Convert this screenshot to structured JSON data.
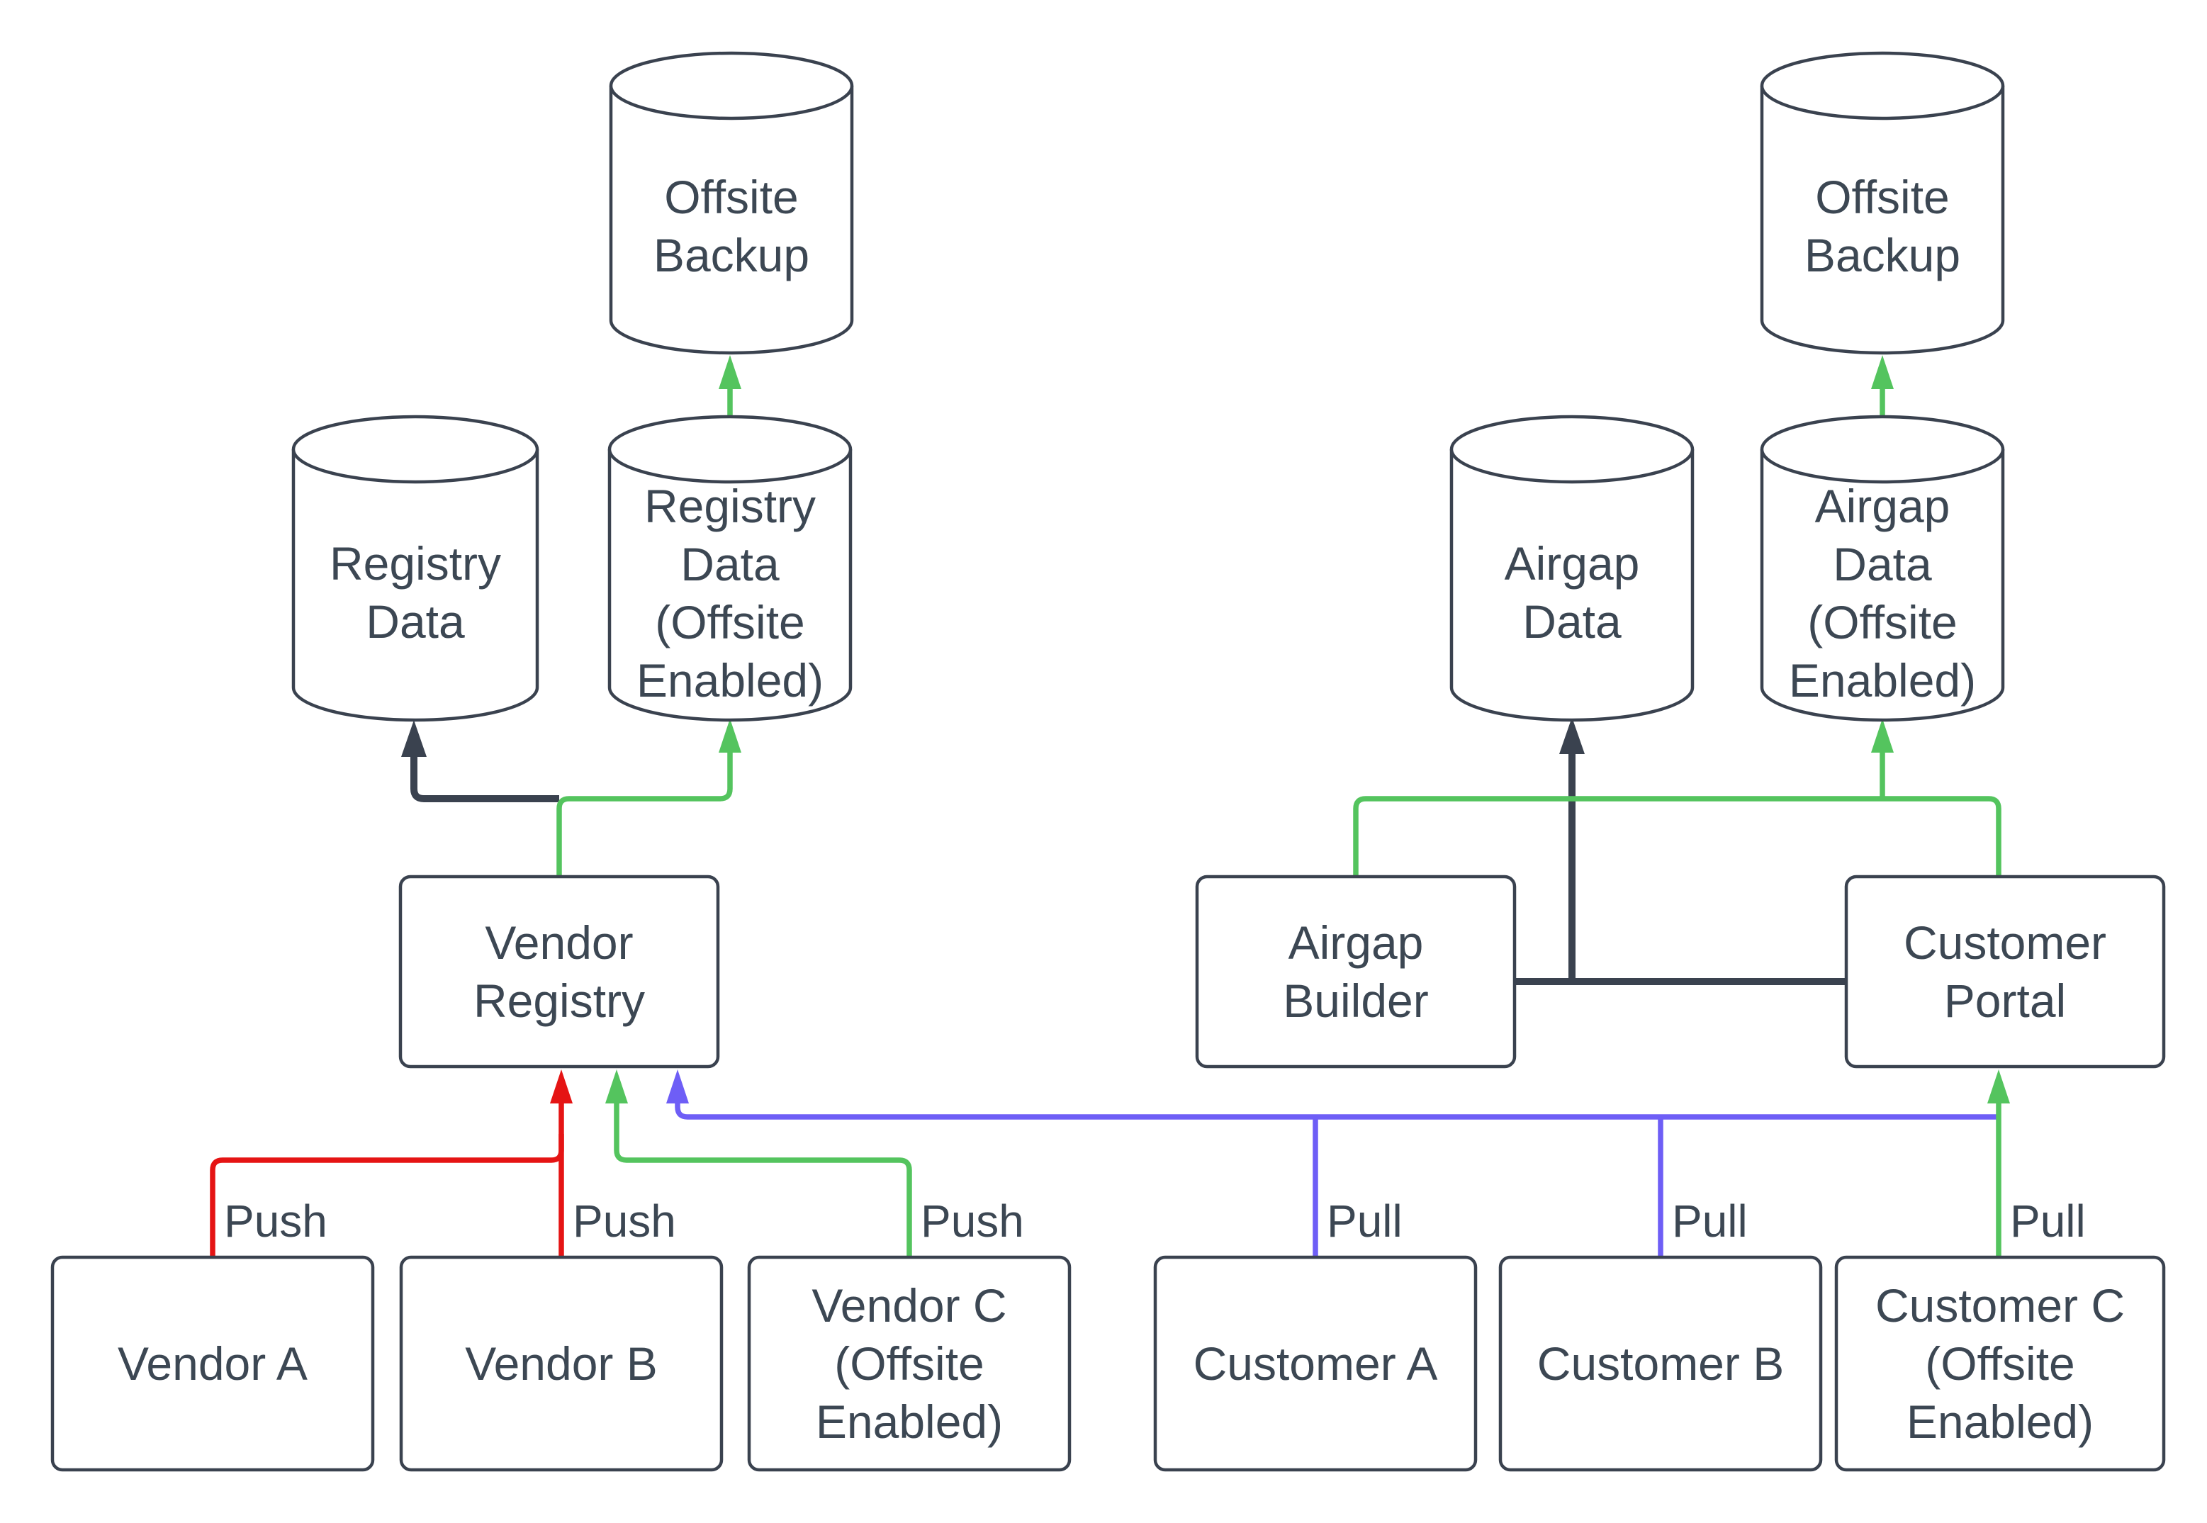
{
  "diagram": {
    "type": "flowchart",
    "colors": {
      "bg": "#ffffff",
      "node-fill": "#ffffff",
      "dark": "#3a424f",
      "text": "#3c4753",
      "green": "#54c45e",
      "red": "#e51414",
      "blue": "#6e5ef6"
    },
    "nodes": {
      "offsite_backup_left": {
        "type": "cylinder",
        "label": "Offsite\nBackup"
      },
      "registry_data": {
        "type": "cylinder",
        "label": "Registry\nData"
      },
      "registry_data_offsite": {
        "type": "cylinder",
        "label": "Registry\nData\n(Offsite\nEnabled)"
      },
      "offsite_backup_right": {
        "type": "cylinder",
        "label": "Offsite\nBackup"
      },
      "airgap_data": {
        "type": "cylinder",
        "label": "Airgap\nData"
      },
      "airgap_data_offsite": {
        "type": "cylinder",
        "label": "Airgap\nData\n(Offsite\nEnabled)"
      },
      "vendor_registry": {
        "type": "process",
        "label": "Vendor\nRegistry"
      },
      "airgap_builder": {
        "type": "process",
        "label": "Airgap\nBuilder"
      },
      "customer_portal": {
        "type": "process",
        "label": "Customer\nPortal"
      },
      "vendor_a": {
        "type": "process",
        "label": "Vendor A"
      },
      "vendor_b": {
        "type": "process",
        "label": "Vendor B"
      },
      "vendor_c": {
        "type": "process",
        "label": "Vendor C\n(Offsite\nEnabled)"
      },
      "customer_a": {
        "type": "process",
        "label": "Customer A"
      },
      "customer_b": {
        "type": "process",
        "label": "Customer B"
      },
      "customer_c": {
        "type": "process",
        "label": "Customer C\n(Offsite\nEnabled)"
      }
    },
    "edge_labels": {
      "push_vendor_a": "Push",
      "push_vendor_b": "Push",
      "push_vendor_c": "Push",
      "pull_customer_a": "Pull",
      "pull_customer_b": "Pull",
      "pull_customer_c": "Pull"
    },
    "edges": [
      {
        "from": "vendor_a",
        "to": "vendor_registry",
        "label": "Push",
        "color": "red"
      },
      {
        "from": "vendor_b",
        "to": "vendor_registry",
        "label": "Push",
        "color": "red"
      },
      {
        "from": "vendor_c",
        "to": "vendor_registry",
        "label": "Push",
        "color": "green"
      },
      {
        "from": "customer_a",
        "to": "vendor_registry",
        "label": "Pull",
        "color": "blue"
      },
      {
        "from": "customer_b",
        "to": "vendor_registry",
        "label": "Pull",
        "color": "blue"
      },
      {
        "from": "customer_c",
        "to": "customer_portal",
        "label": "Pull",
        "color": "green"
      },
      {
        "from": "vendor_registry",
        "to": "registry_data",
        "label": "",
        "color": "dark"
      },
      {
        "from": "vendor_registry",
        "to": "registry_data_offsite",
        "label": "",
        "color": "green"
      },
      {
        "from": "registry_data_offsite",
        "to": "offsite_backup_left",
        "label": "",
        "color": "green"
      },
      {
        "from": "customer_portal",
        "to": "airgap_builder",
        "label": "",
        "color": "green"
      },
      {
        "from": "customer_portal",
        "to": "airgap_data_offsite",
        "label": "",
        "color": "green"
      },
      {
        "from": "airgap_data_offsite",
        "to": "offsite_backup_right",
        "label": "",
        "color": "green"
      },
      {
        "from": "airgap_builder",
        "to": "airgap_data",
        "label": "",
        "color": "dark"
      },
      {
        "from": "customer_portal",
        "to": "airgap_data",
        "label": "",
        "color": "dark"
      }
    ]
  }
}
